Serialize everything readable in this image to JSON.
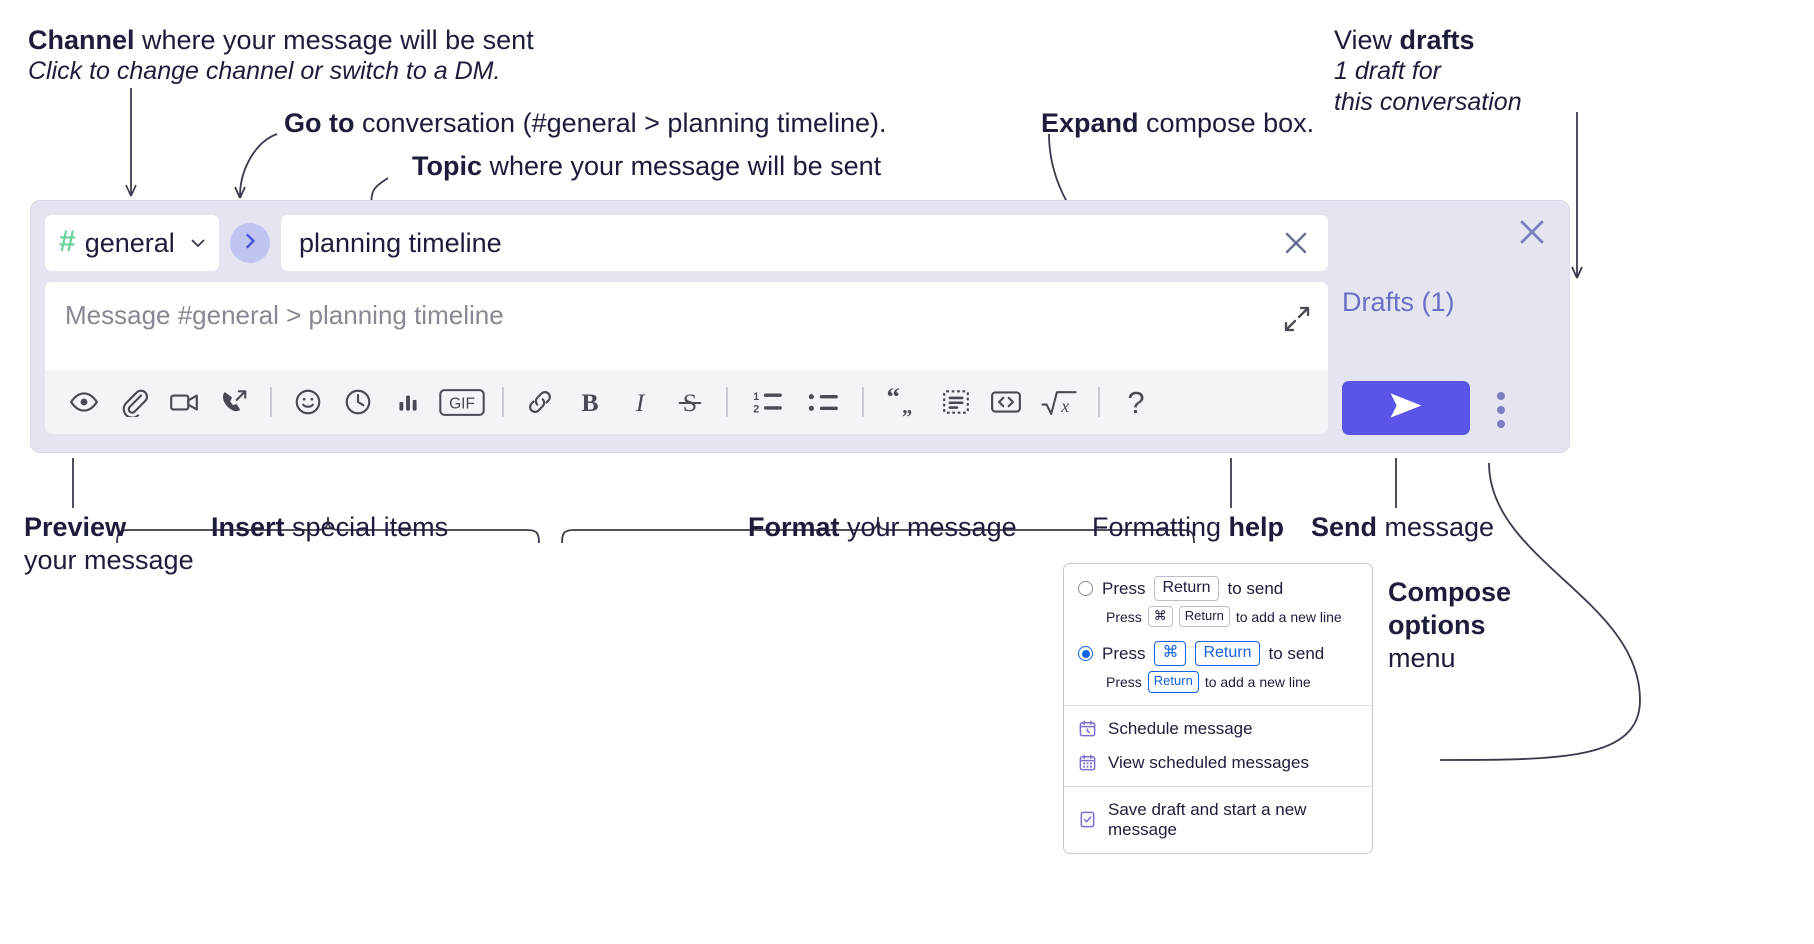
{
  "annotations": {
    "channel": {
      "bold": "Channel",
      "rest": " where your message will be sent",
      "italic": "Click to change channel or switch to a DM."
    },
    "goto": {
      "bold": "Go to",
      "rest": " conversation (#general > planning timeline)."
    },
    "topic": {
      "bold": "Topic",
      "rest": " where your message will be sent"
    },
    "expand": {
      "bold": "Expand",
      "rest": " compose box."
    },
    "drafts": {
      "plain": "View ",
      "bold": "drafts",
      "italic1": "1 draft for",
      "italic2": "this conversation"
    },
    "preview": {
      "bold": "Preview",
      "rest": "your message"
    },
    "insert": {
      "bold": "Insert",
      "rest": " special items"
    },
    "format": {
      "bold": "Format",
      "rest": " your message"
    },
    "help": {
      "plain": "Formatting ",
      "bold": "help"
    },
    "send": {
      "bold": "Send",
      "rest": " message"
    },
    "compose_options": {
      "bold1": "Compose",
      "bold2": "options",
      "plain": "menu"
    }
  },
  "compose": {
    "channel": {
      "hash": "#",
      "name": "general",
      "chevron_icon": "chevron-down-icon"
    },
    "go_to_conversation_icon": "chevron-right-icon",
    "topic": {
      "value": "planning timeline",
      "clear_icon": "close-icon"
    },
    "message": {
      "placeholder": "Message #general > planning timeline",
      "value": "",
      "expand_icon": "expand-icon"
    },
    "toolbar": [
      {
        "name": "preview-button",
        "icon": "eye-icon"
      },
      {
        "name": "attach-file-button",
        "icon": "paperclip-icon"
      },
      {
        "name": "video-clip-button",
        "icon": "video-camera-icon"
      },
      {
        "name": "audio-clip-button",
        "icon": "phone-arrow-icon"
      },
      {
        "name": "separator-1",
        "icon": "separator"
      },
      {
        "name": "emoji-button",
        "icon": "smiley-icon"
      },
      {
        "name": "reminder-button",
        "icon": "clock-icon"
      },
      {
        "name": "poll-button",
        "icon": "bar-chart-icon"
      },
      {
        "name": "gif-button",
        "icon": "gif-icon"
      },
      {
        "name": "separator-2",
        "icon": "separator"
      },
      {
        "name": "link-button",
        "icon": "link-icon"
      },
      {
        "name": "bold-button",
        "icon": "bold-icon"
      },
      {
        "name": "italic-button",
        "icon": "italic-icon"
      },
      {
        "name": "strikethrough-button",
        "icon": "strikethrough-icon"
      },
      {
        "name": "separator-3",
        "icon": "separator"
      },
      {
        "name": "ordered-list-button",
        "icon": "ordered-list-icon"
      },
      {
        "name": "bulleted-list-button",
        "icon": "bulleted-list-icon"
      },
      {
        "name": "separator-4",
        "icon": "separator"
      },
      {
        "name": "blockquote-button",
        "icon": "quote-icon"
      },
      {
        "name": "code-block-button",
        "icon": "code-block-icon"
      },
      {
        "name": "code-button",
        "icon": "code-icon"
      },
      {
        "name": "latex-button",
        "icon": "sqrt-x-icon"
      },
      {
        "name": "separator-5",
        "icon": "separator"
      },
      {
        "name": "formatting-help-button",
        "icon": "question-mark-icon",
        "label": "?"
      }
    ],
    "gif_label": "GIF",
    "help_label": "?"
  },
  "rail": {
    "close_icon": "close-icon",
    "drafts_label": "Drafts (1)",
    "send_icon": "send-icon",
    "kebab_icon": "vertical-dots-icon"
  },
  "popup": {
    "option_1": {
      "selected": false,
      "main_pre": "Press",
      "main_key": "Return",
      "main_post": "to send",
      "sub_pre": "Press",
      "sub_key1": "⌘",
      "sub_key2": "Return",
      "sub_post": "to add a new line"
    },
    "option_2": {
      "selected": true,
      "main_pre": "Press",
      "main_key1": "⌘",
      "main_key2": "Return",
      "main_post": "to send",
      "sub_pre": "Press",
      "sub_key": "Return",
      "sub_post": "to add a new line"
    },
    "items": [
      {
        "label": "Schedule message",
        "icon": "calendar-clock-icon"
      },
      {
        "label": "View scheduled messages",
        "icon": "calendar-grid-icon"
      },
      {
        "label": "Save draft and start a new message",
        "icon": "document-check-icon"
      }
    ]
  },
  "colors": {
    "panel_bg": "#e4e5f1",
    "send_purple": "#5b54e8",
    "drafts_purple": "#6b6fc4",
    "hash_green": "#6ad29b",
    "go_circle": "#bfc4f0",
    "toolbar_bg": "#f3f4f8",
    "radio_blue": "#1264e2",
    "ink": "#1d1c3b"
  }
}
